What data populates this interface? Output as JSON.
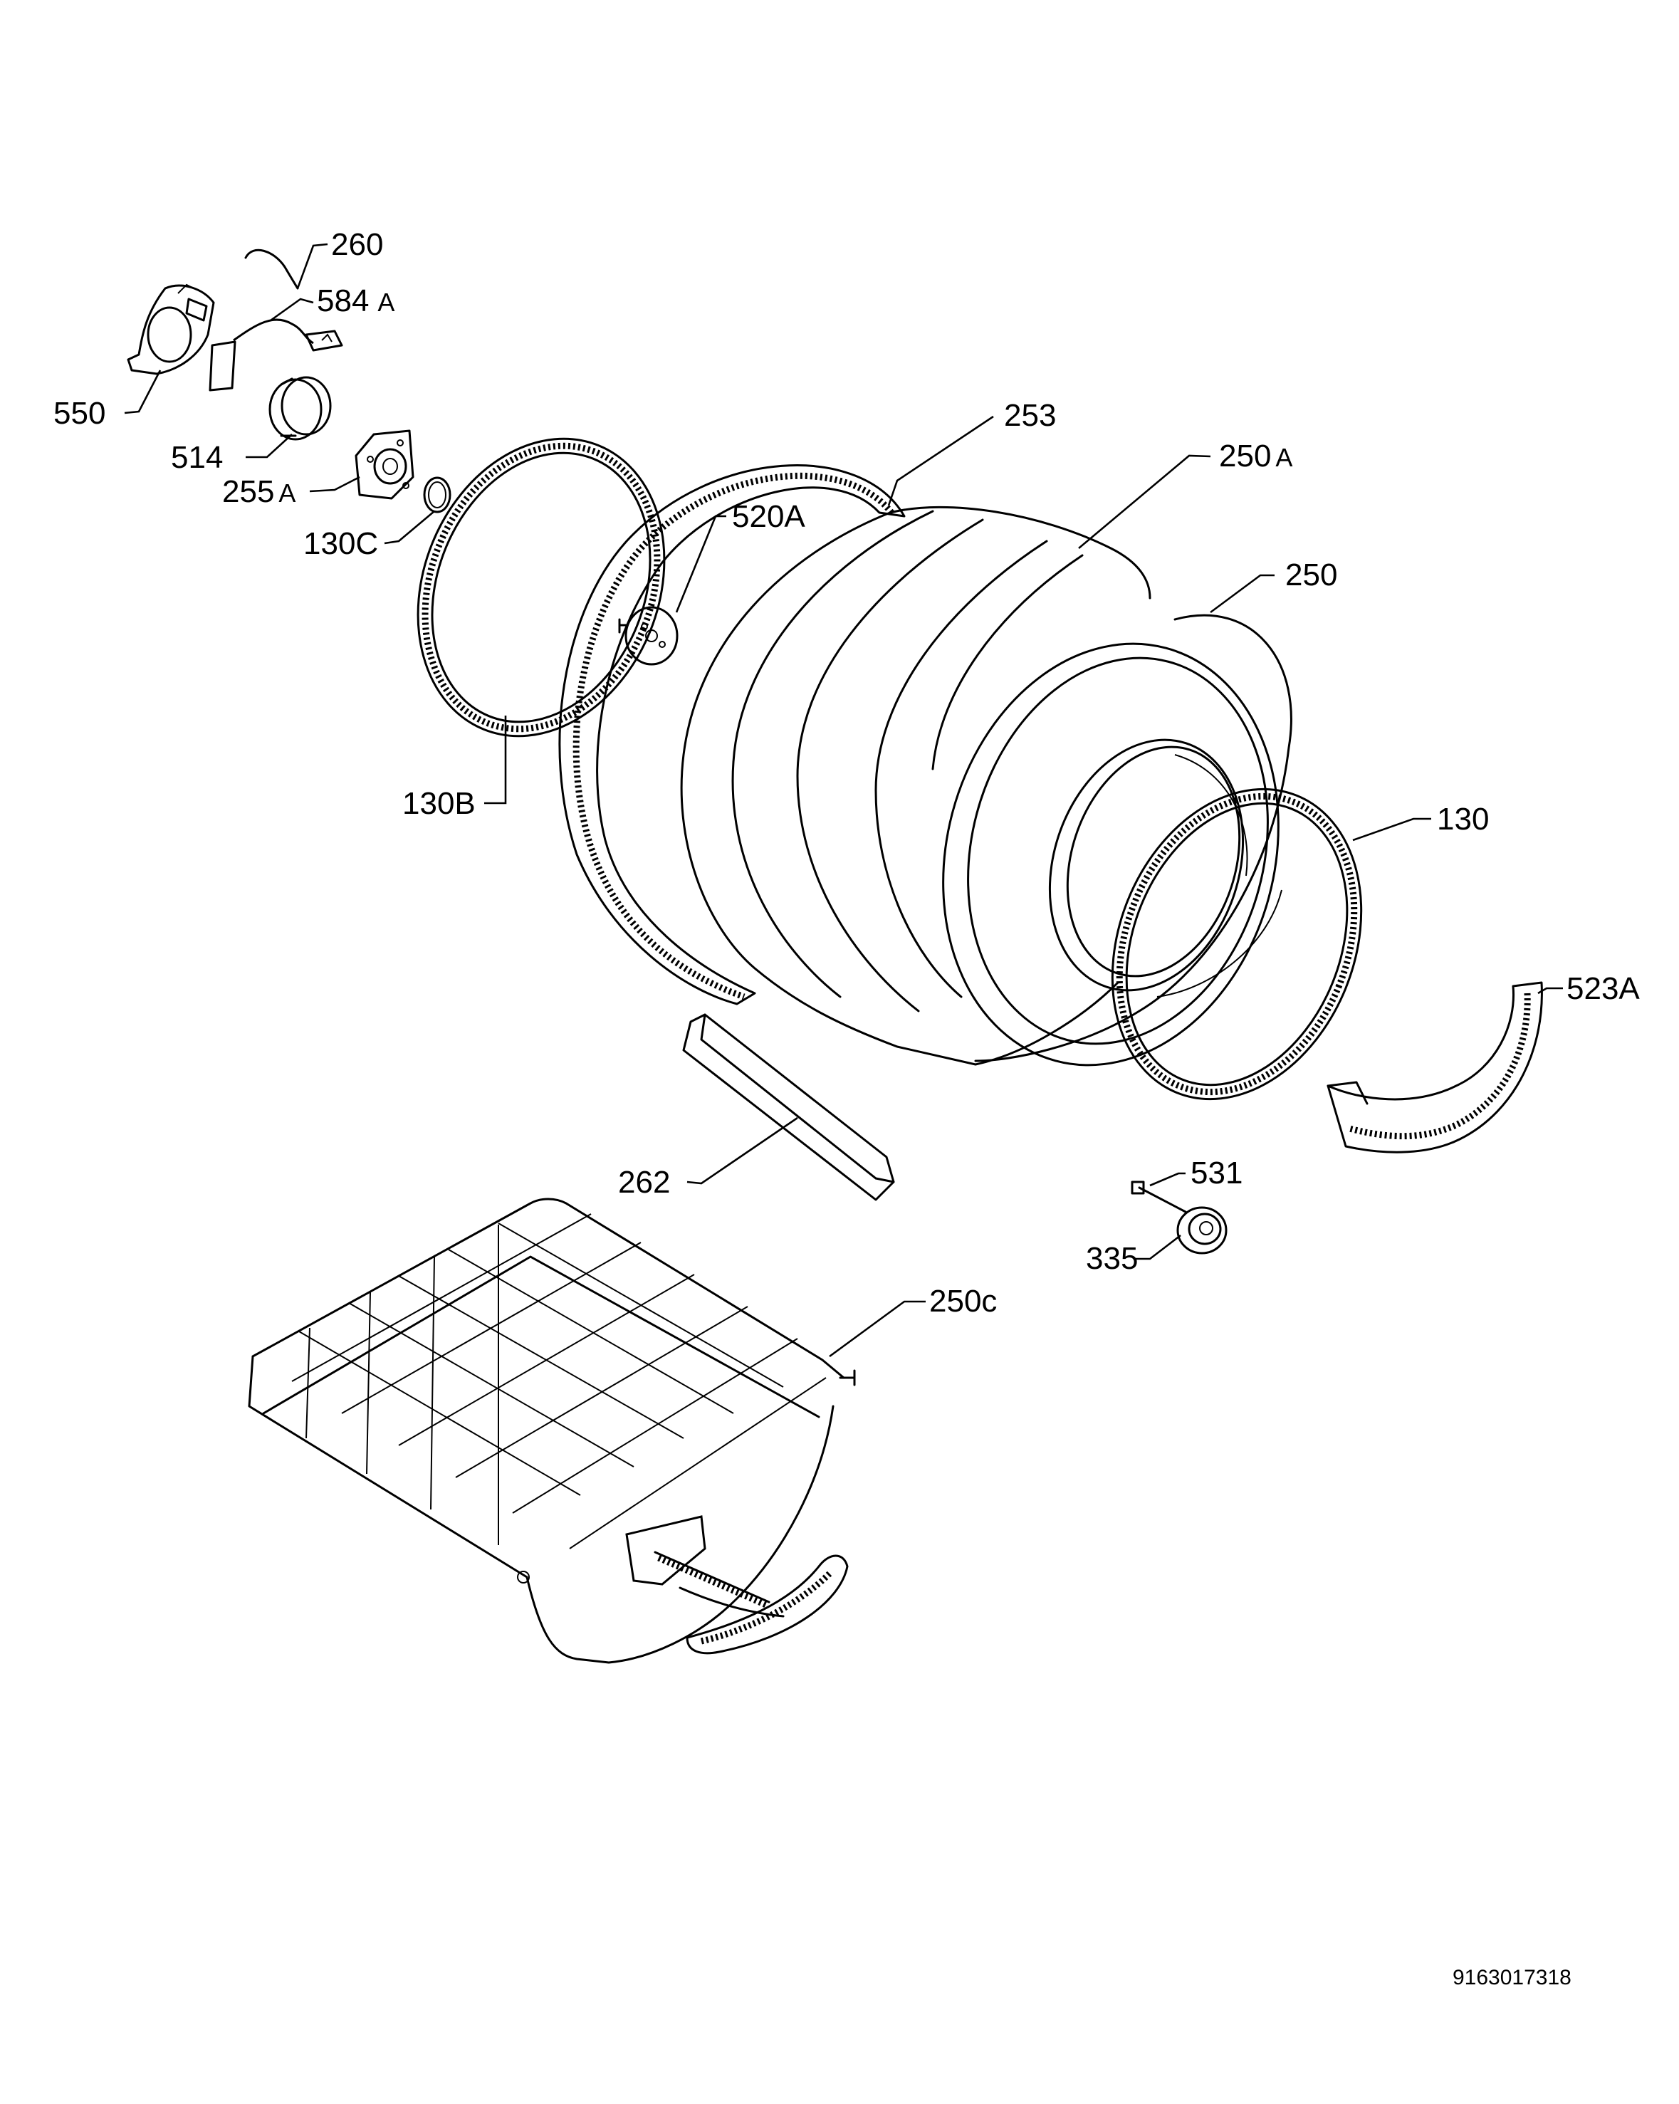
{
  "labels": {
    "p260": "260",
    "p584": "584",
    "p584_suffix": "A",
    "p550": "550",
    "p514": "514",
    "p255": "255",
    "p255_suffix": "A",
    "p130c": "130C",
    "p253": "253",
    "p250a": "250",
    "p250a_suffix": "A",
    "p520a": "520A",
    "p250": "250",
    "p130b": "130B",
    "p130": "130",
    "p523a": "523A",
    "p262": "262",
    "p531": "531",
    "p335": "335",
    "p250c": "250c"
  },
  "footer": {
    "drawing_number": "9163017318"
  }
}
